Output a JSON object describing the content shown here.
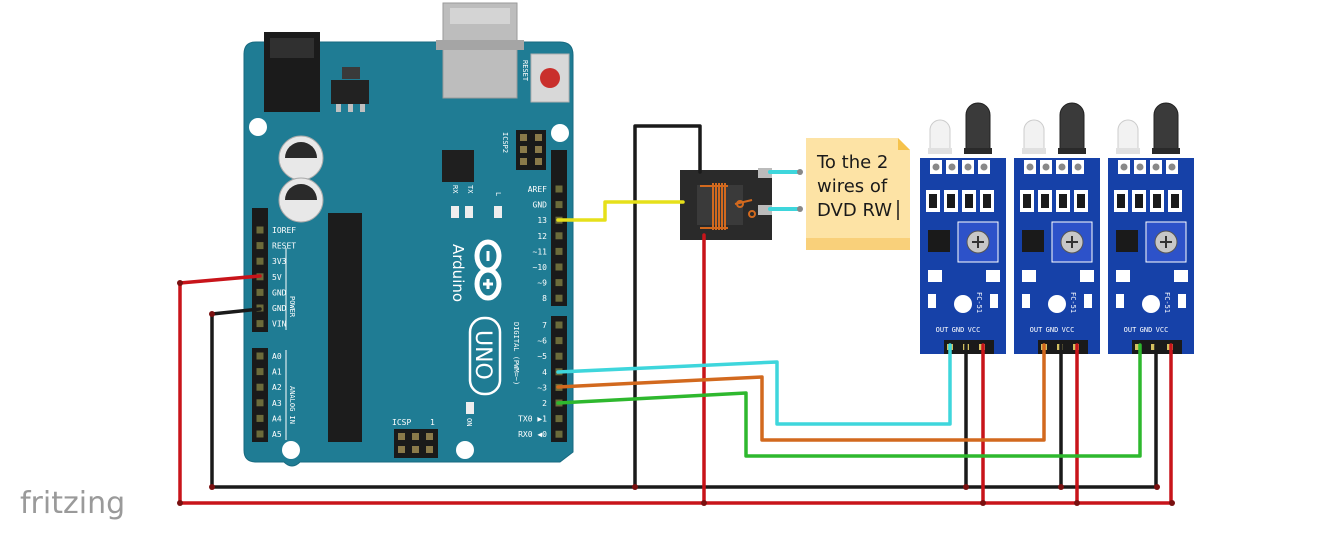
{
  "watermark": "fritzing",
  "note": {
    "lines": [
      "To the 2",
      "wires of",
      "DVD RW"
    ]
  },
  "arduino": {
    "brand": "Arduino",
    "model": "UNO",
    "reset_label": "RESET",
    "icsp2_label": "ICSP2",
    "icsp_label": "ICSP",
    "icsp_pin1": "1",
    "rx_label": "RX",
    "tx_label": "TX",
    "l_label": "L",
    "on_label": "ON",
    "digital_label": "DIGITAL (PWM=~)",
    "power_label": "POWER",
    "analog_label": "ANALOG IN",
    "header_top": [
      "AREF",
      "GND",
      "13",
      "12",
      "~11",
      "~10",
      "~9",
      "8"
    ],
    "header_bottom": [
      "7",
      "~6",
      "~5",
      "4",
      "~3",
      "2",
      "TX0 ▶1",
      "RX0 ◀0"
    ],
    "power_pins": [
      "IOREF",
      "RESET",
      "3V3",
      "5V",
      "GND",
      "GND",
      "VIN"
    ],
    "analog_pins": [
      "A0",
      "A1",
      "A2",
      "A3",
      "A4",
      "A5"
    ]
  },
  "sensor_modules": [
    {
      "model": "FC-51",
      "pins": [
        "OUT",
        "GND",
        "VCC"
      ]
    },
    {
      "model": "FC-51",
      "pins": [
        "OUT",
        "GND",
        "VCC"
      ]
    },
    {
      "model": "FC-51",
      "pins": [
        "OUT",
        "GND",
        "VCC"
      ]
    }
  ],
  "colors": {
    "board": "#1f7c94",
    "board_dark": "#155e72",
    "module": "#1641a8",
    "wire_red": "#c8141a",
    "wire_black": "#1a1a1a",
    "wire_yellow": "#e6e01a",
    "wire_cyan": "#3ed6dc",
    "wire_orange": "#d2691e",
    "wire_green": "#2eb82e",
    "note": "#fde3a5"
  }
}
